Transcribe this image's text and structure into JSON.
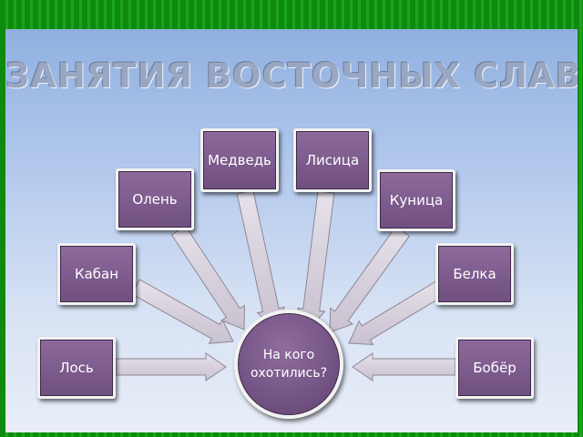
{
  "title": "ЗАНЯТИЯ ВОСТОЧНЫХ СЛАВЯН",
  "center": "На кого охотились?",
  "animals": [
    "Лось",
    "Кабан",
    "Олень",
    "Медведь",
    "Лисица",
    "Куница",
    "Белка",
    "Бобёр"
  ],
  "colors": {
    "box": "#7a5a8c",
    "arrow": "#d8d2dd",
    "background_stripes": "#1aa51a"
  }
}
